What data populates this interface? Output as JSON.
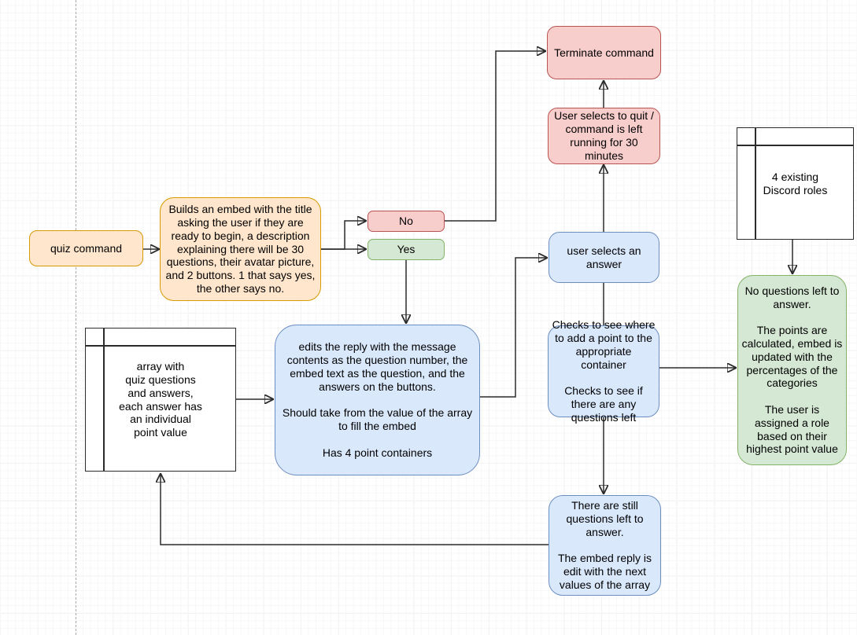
{
  "nodes": {
    "quiz_command": "quiz command",
    "builds_embed": "Builds an embed with the title asking the user if they are ready to begin, a description explaining there will be 30 questions, their avatar picture, and 2 buttons. 1 that says yes, the other says no.",
    "no_label": "No",
    "yes_label": "Yes",
    "terminate": "Terminate command",
    "quit": "User selects to quit / command is left running for 30 minutes",
    "discord_roles": "4 existing\nDiscord roles",
    "quiz_array": "array with\nquiz questions\nand answers,\neach answer has\nan individual\npoint value",
    "edits_reply": "edits the reply with the message contents as the question number, the embed text as the question, and the answers on the buttons.\n\nShould take from the value of the array to fill the embed\n\nHas 4 point containers",
    "user_selects": "user selects an answer",
    "checks": "Checks to see where to add a point to the appropriate container\n\nChecks to see if there are any questions left",
    "no_questions": "No questions left to answer.\n\nThe points are calculated, embed is updated with the percentages of the categories\n\nThe user is assigned a role based on their highest point value",
    "still_questions": "There are still questions left to answer.\n\nThe embed reply is edit with the next values of the array"
  },
  "colors": {
    "orange_fill": "#ffe6cc",
    "orange_stroke": "#d79b00",
    "red_fill": "#f8cecc",
    "red_stroke": "#b85450",
    "green_fill": "#d5e8d4",
    "green_stroke": "#82b366",
    "blue_fill": "#dae8fc",
    "blue_stroke": "#6c8ebf",
    "storage_stroke": "#2b2b2b",
    "edge_stroke": "#2b2b2b",
    "grid_minor": "#f7f7f7",
    "grid_major": "#e5e5e5"
  }
}
